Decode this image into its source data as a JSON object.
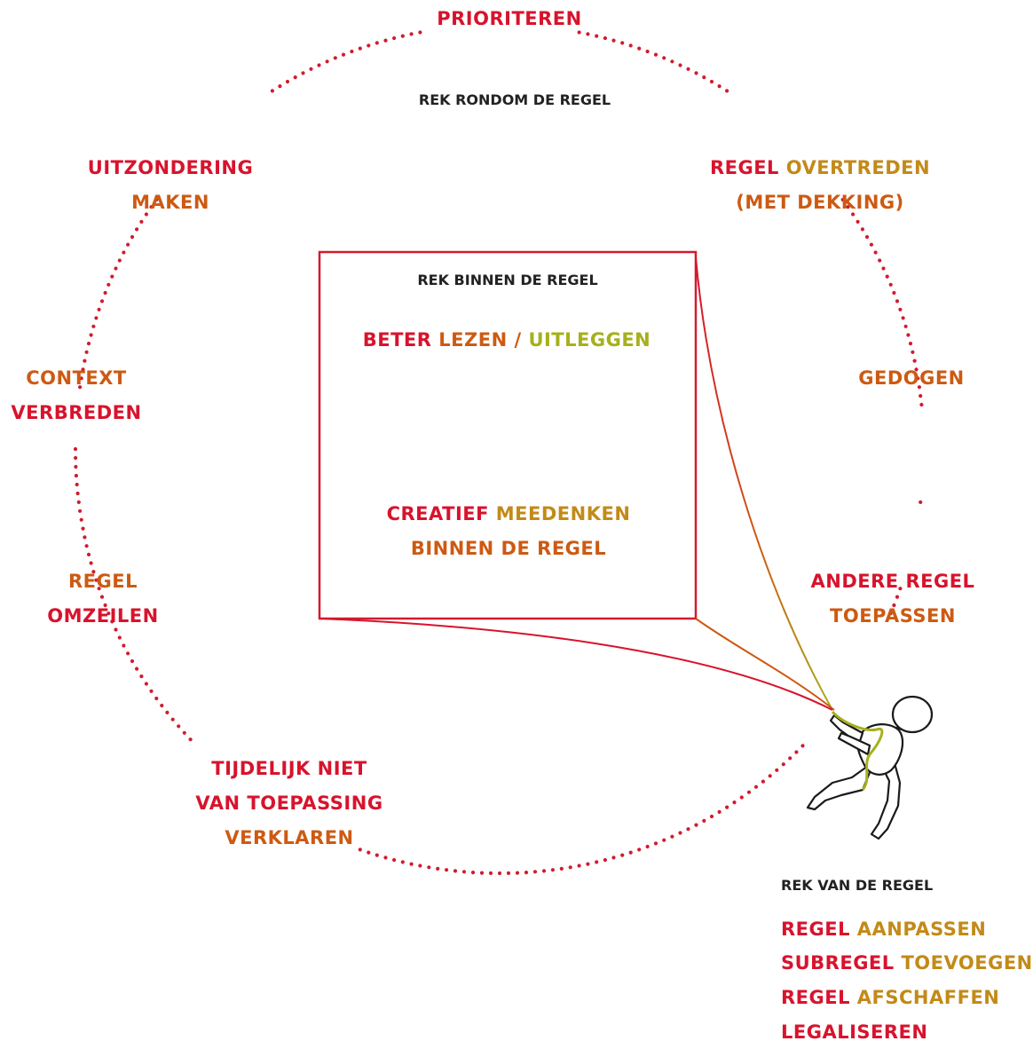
{
  "colors": {
    "red": "#d8132d",
    "orange": "#cd5a12",
    "ochre": "#c28a18",
    "olive": "#a6b01c",
    "dots": "#d21b2e",
    "frame": "#d21b2e",
    "header_text": "#222222"
  },
  "circle": {
    "header": "REK RONDOM DE REGEL",
    "labels": [
      {
        "id": "prioriteren",
        "lines": [
          [
            [
              "PRIORITEREN",
              "red"
            ]
          ]
        ]
      },
      {
        "id": "uitzondering",
        "lines": [
          [
            [
              "UITZONDERING",
              "red"
            ]
          ],
          [
            [
              "MAKEN",
              "orange"
            ]
          ]
        ]
      },
      {
        "id": "overtreden",
        "lines": [
          [
            [
              "REGEL ",
              "red"
            ],
            [
              "OVERTREDEN",
              "ochre"
            ]
          ],
          [
            [
              "(MET DEKKING)",
              "orange"
            ]
          ]
        ]
      },
      {
        "id": "context",
        "lines": [
          [
            [
              "CONTEXT",
              "orange"
            ]
          ],
          [
            [
              "VERBREDEN",
              "red"
            ]
          ]
        ]
      },
      {
        "id": "gedogen",
        "lines": [
          [
            [
              "GEDOGEN",
              "orange"
            ]
          ]
        ]
      },
      {
        "id": "omzeilen",
        "lines": [
          [
            [
              "REGEL",
              "orange"
            ]
          ],
          [
            [
              "OMZEILEN",
              "red"
            ]
          ]
        ]
      },
      {
        "id": "andere",
        "lines": [
          [
            [
              "ANDERE REGEL",
              "red"
            ]
          ],
          [
            [
              "TOEPASSEN",
              "orange"
            ]
          ]
        ]
      },
      {
        "id": "tijdelijk",
        "lines": [
          [
            [
              "TIJDELIJK NIET",
              "red"
            ]
          ],
          [
            [
              "VAN TOEPASSING",
              "red"
            ]
          ],
          [
            [
              "VERKLAREN",
              "orange"
            ]
          ]
        ]
      }
    ]
  },
  "box": {
    "header": "REK BINNEN DE REGEL",
    "labels": [
      {
        "id": "beter",
        "lines": [
          [
            [
              "BETER ",
              "red"
            ],
            [
              "LEZEN / ",
              "orange"
            ],
            [
              "UITLEGGEN",
              "olive"
            ]
          ]
        ]
      },
      {
        "id": "creatief",
        "lines": [
          [
            [
              "CREATIEF ",
              "red"
            ],
            [
              "MEEDENKEN",
              "ochre"
            ]
          ],
          [
            [
              "BINNEN DE REGEL",
              "orange"
            ]
          ]
        ]
      }
    ]
  },
  "van": {
    "header": "REK VAN DE REGEL",
    "labels": [
      {
        "id": "aanpassen",
        "lines": [
          [
            [
              "REGEL ",
              "red"
            ],
            [
              "AANPASSEN",
              "ochre"
            ]
          ]
        ]
      },
      {
        "id": "toevoegen",
        "lines": [
          [
            [
              "SUBREGEL ",
              "red"
            ],
            [
              "TOEVOEGEN",
              "ochre"
            ]
          ]
        ]
      },
      {
        "id": "afschaffen",
        "lines": [
          [
            [
              "REGEL ",
              "red"
            ],
            [
              "AFSCHAFFEN",
              "ochre"
            ]
          ]
        ]
      },
      {
        "id": "legaliseren",
        "lines": [
          [
            [
              "LEGALISEREN",
              "red"
            ]
          ]
        ]
      }
    ]
  }
}
